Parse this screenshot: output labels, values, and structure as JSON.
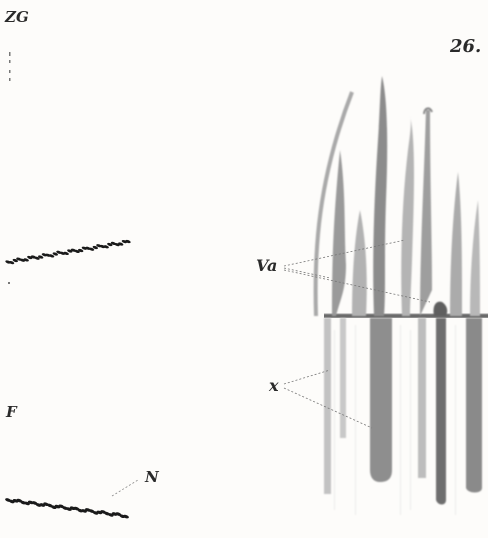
{
  "plate": {
    "labels": {
      "top_left": "ZG",
      "figure_number": "26.",
      "va": "Va",
      "x": "x",
      "left_middle": "F",
      "n": "N"
    }
  }
}
